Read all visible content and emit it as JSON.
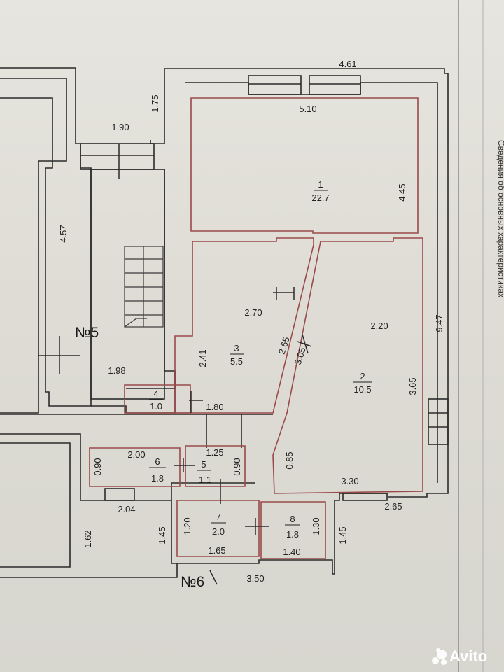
{
  "rooms": [
    {
      "number": "1",
      "area": "22.7"
    },
    {
      "number": "2",
      "area": "10.5"
    },
    {
      "number": "3",
      "area": "5.5"
    },
    {
      "number": "4",
      "area": "1.0"
    },
    {
      "number": "5",
      "area": "1.1"
    },
    {
      "number": "6",
      "area": "1.8"
    },
    {
      "number": "7",
      "area": "2.0"
    },
    {
      "number": "8",
      "area": "1.8"
    }
  ],
  "units": {
    "left": "№5",
    "bottom": "№6"
  },
  "dimensions": {
    "top_outer": "4.61",
    "room1_top": "5.10",
    "room1_side": "4.45",
    "outer_right": "9.47",
    "stair_top": "1.90",
    "stair_side": "1.75",
    "unit5_height": "4.57",
    "unit5_bottom": "1.98",
    "room3_top": "2.70",
    "room3_side": "2.41",
    "diag_a": "2.65",
    "diag_b": "3.05",
    "room2_top": "2.20",
    "room2_side": "3.65",
    "room2_left": "0.85",
    "room2_bottom": "3.30",
    "corridor": "1.80",
    "room6_top": "2.00",
    "room6_side": "0.90",
    "room5_top": "1.25",
    "room5_side": "0.90",
    "below6": "2.04",
    "left_a": "1.62",
    "left_b": "1.45",
    "room7_side": "1.20",
    "room7_bottom": "1.65",
    "room8_side": "1.30",
    "room8_bottom": "1.40",
    "right_small": "1.45",
    "bottom_right": "2.65",
    "bottom_total": "3.50"
  },
  "side_text": "Сведения об основных характеристиках",
  "watermark": "Avito",
  "colors": {
    "wall": "#2b2b2b",
    "room_outline": "#9a4a4a",
    "paper": "#e3e2dc"
  }
}
